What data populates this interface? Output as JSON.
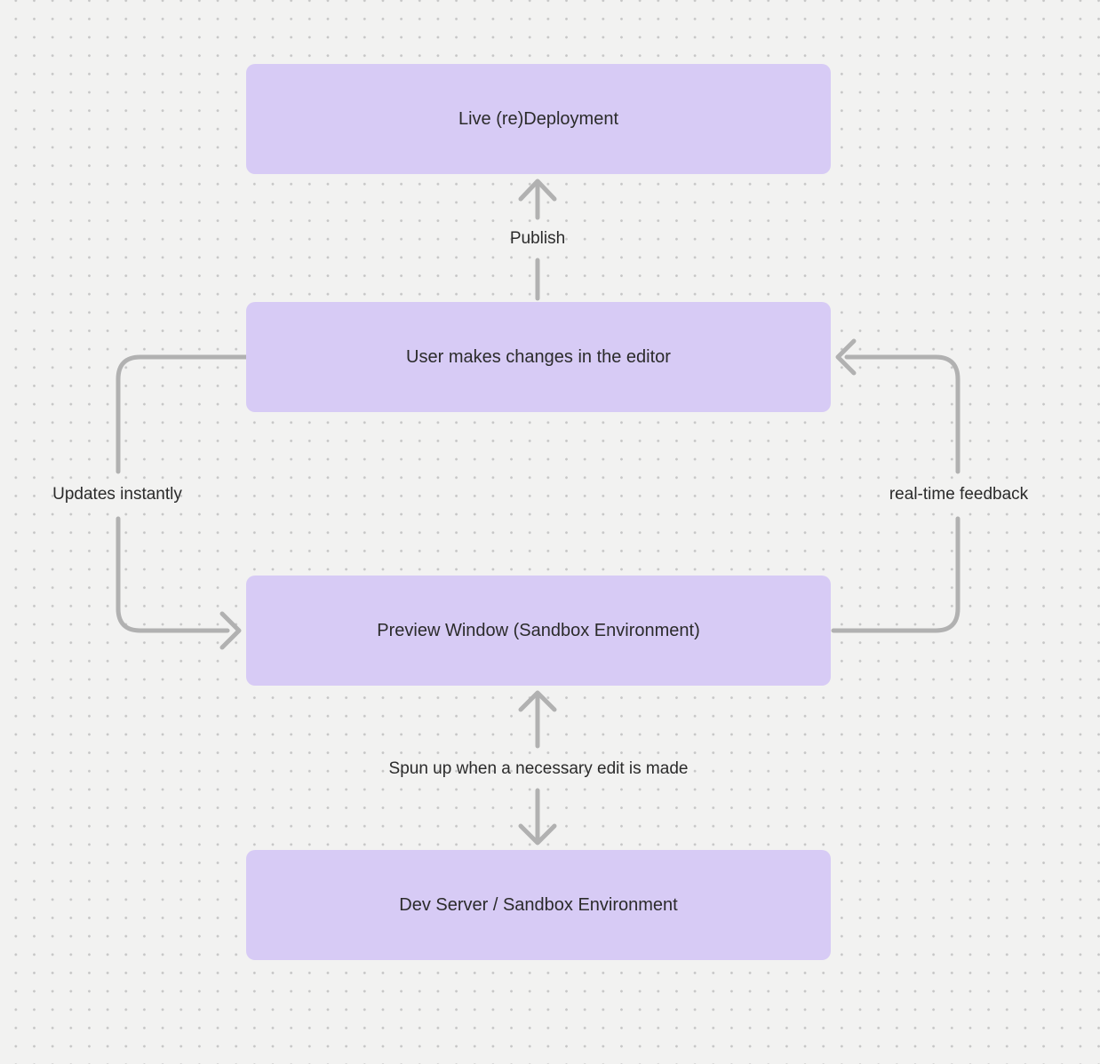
{
  "diagram": {
    "nodes": [
      {
        "id": "live-redeployment",
        "label": "Live (re)Deployment"
      },
      {
        "id": "editor-changes",
        "label": "User makes changes in the editor"
      },
      {
        "id": "preview-window",
        "label": "Preview Window (Sandbox Environment)"
      },
      {
        "id": "dev-server",
        "label": "Dev Server / Sandbox Environment"
      }
    ],
    "edges": [
      {
        "id": "publish",
        "label": "Publish",
        "from": "editor-changes",
        "to": "live-redeployment",
        "direction": "up"
      },
      {
        "id": "updates-instantly",
        "label": "Updates instantly",
        "from": "editor-changes",
        "to": "preview-window",
        "direction": "down-left-side"
      },
      {
        "id": "real-time-feedback",
        "label": "real-time feedback",
        "from": "preview-window",
        "to": "editor-changes",
        "direction": "up-right-side"
      },
      {
        "id": "spun-up",
        "label": "Spun up when a necessary edit is made",
        "from": "preview-window",
        "to": "dev-server",
        "direction": "both"
      }
    ]
  },
  "colors": {
    "canvas_bg": "#f2f2f1",
    "dot_color": "#c6c6c6",
    "node_fill": "#d7cbf5",
    "edge_color": "#b1b1b1",
    "text_color": "#2b2b2b"
  }
}
